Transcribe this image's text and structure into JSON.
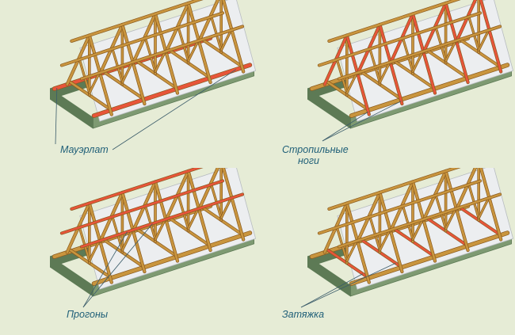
{
  "colors": {
    "background": "#e6ecd6",
    "timber": "#c9953e",
    "timber_dark": "#8a5a1e",
    "highlight": "#e8553a",
    "roof_sheet": "#eceef0",
    "wall": "#7e9a72",
    "wall_dark": "#5d7a55",
    "caption": "#1f5f78",
    "leader_line": "#3b5c6a"
  },
  "panels": [
    {
      "id": "tl",
      "highlighted_element": "mauerlat",
      "caption_lines": [
        "Мауэрлат"
      ]
    },
    {
      "id": "tr",
      "highlighted_element": "rafters",
      "caption_lines": [
        "Стропильные",
        "ноги"
      ]
    },
    {
      "id": "bl",
      "highlighted_element": "purlins",
      "caption_lines": [
        "Прогоны"
      ]
    },
    {
      "id": "br",
      "highlighted_element": "tie_beam",
      "caption_lines": [
        "Затяжка"
      ]
    }
  ]
}
